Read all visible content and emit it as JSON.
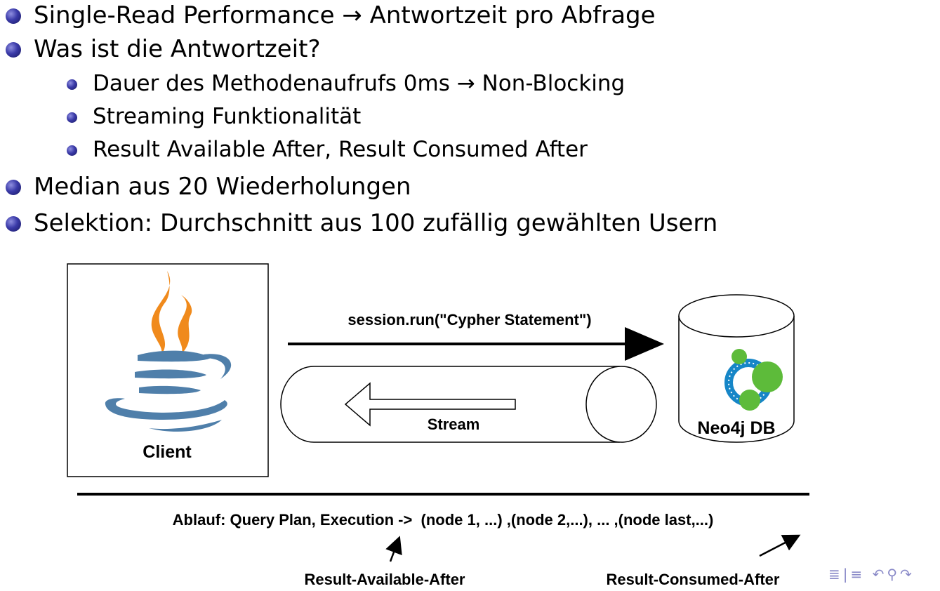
{
  "bullets": [
    {
      "text": "Single-Read Performance → Antwortzeit pro Abfrage"
    },
    {
      "text": "Was ist die Antwortzeit?",
      "sub": [
        {
          "text": "Dauer des Methodenaufrufs 0ms → Non-Blocking"
        },
        {
          "text": "Streaming Funktionalität"
        },
        {
          "text": "Result Available After, Result Consumed After"
        }
      ]
    },
    {
      "text": "Median aus 20 Wiederholungen"
    },
    {
      "text": "Selektion: Durchschnitt aus 100 zufällig gewählten Usern"
    }
  ],
  "diagram": {
    "client_label": "Client",
    "request_label": "session.run(\"Cypher Statement\")",
    "stream_label": "Stream",
    "db_label": "Neo4j DB",
    "sequence_text": "Ablauf: Query Plan, Execution ->  (node 1, ...) ,(node 2,...), ... ,(node last,...)",
    "available_label": "Result-Available-After",
    "consumed_label": "Result-Consumed-After",
    "colors": {
      "java_flame": "#f08a1c",
      "java_cup": "#4f7faa",
      "neo4j_blue": "#1686c7",
      "neo4j_green": "#5dbb3a"
    }
  },
  "navigation": {
    "icons": [
      "section-nav-icon",
      "undo-icon",
      "search-icon"
    ]
  }
}
